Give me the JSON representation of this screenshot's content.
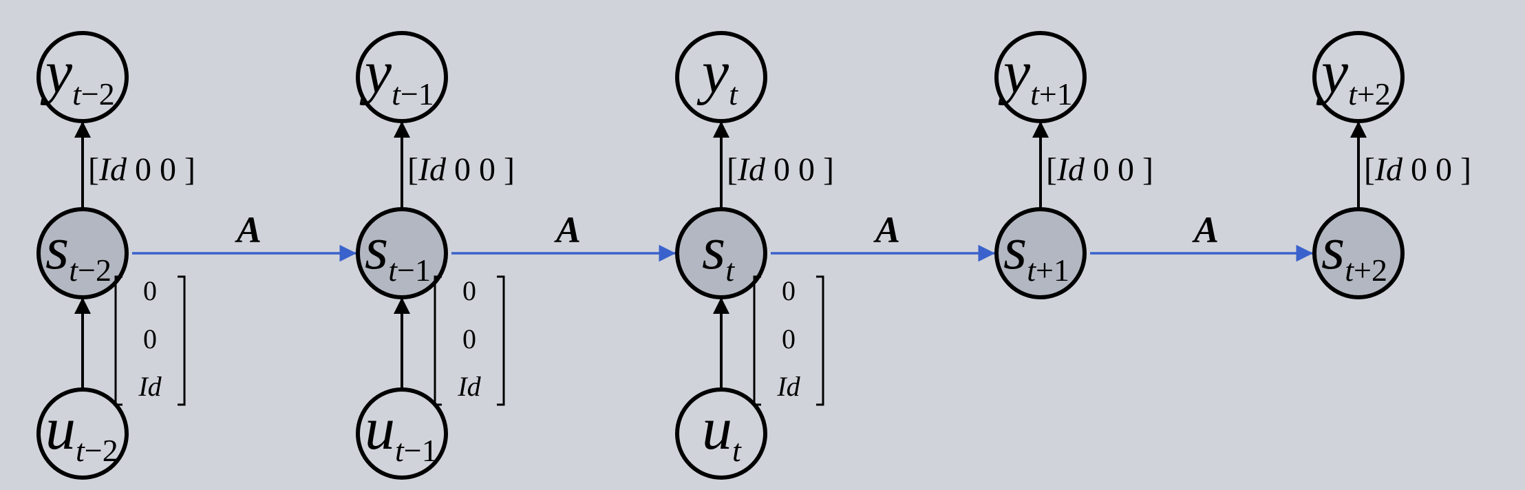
{
  "colors": {
    "background": "#d0d3da",
    "state_fill": "#b3b7c1",
    "io_fill": "#d0d3da",
    "stroke": "#000000",
    "transition_arrow": "#3a62cc"
  },
  "nodes": {
    "outputs": [
      {
        "var": "y",
        "t": "t",
        "op": "−",
        "k": "2"
      },
      {
        "var": "y",
        "t": "t",
        "op": "−",
        "k": "1"
      },
      {
        "var": "y",
        "t": "t",
        "op": "",
        "k": ""
      },
      {
        "var": "y",
        "t": "t",
        "op": "+",
        "k": "1"
      },
      {
        "var": "y",
        "t": "t",
        "op": "+",
        "k": "2"
      }
    ],
    "states": [
      {
        "var": "s",
        "t": "t",
        "op": "−",
        "k": "2"
      },
      {
        "var": "s",
        "t": "t",
        "op": "−",
        "k": "1"
      },
      {
        "var": "s",
        "t": "t",
        "op": "",
        "k": ""
      },
      {
        "var": "s",
        "t": "t",
        "op": "+",
        "k": "1"
      },
      {
        "var": "s",
        "t": "t",
        "op": "+",
        "k": "2"
      }
    ],
    "inputs": [
      {
        "var": "u",
        "t": "t",
        "op": "−",
        "k": "2"
      },
      {
        "var": "u",
        "t": "t",
        "op": "−",
        "k": "1"
      },
      {
        "var": "u",
        "t": "t",
        "op": "",
        "k": ""
      }
    ]
  },
  "edges": {
    "output_matrix": {
      "open": "[",
      "id": "Id",
      "zeros": "0 0",
      "close": "]"
    },
    "input_matrix": [
      "0",
      "0",
      "Id"
    ],
    "transition_label": "A"
  }
}
